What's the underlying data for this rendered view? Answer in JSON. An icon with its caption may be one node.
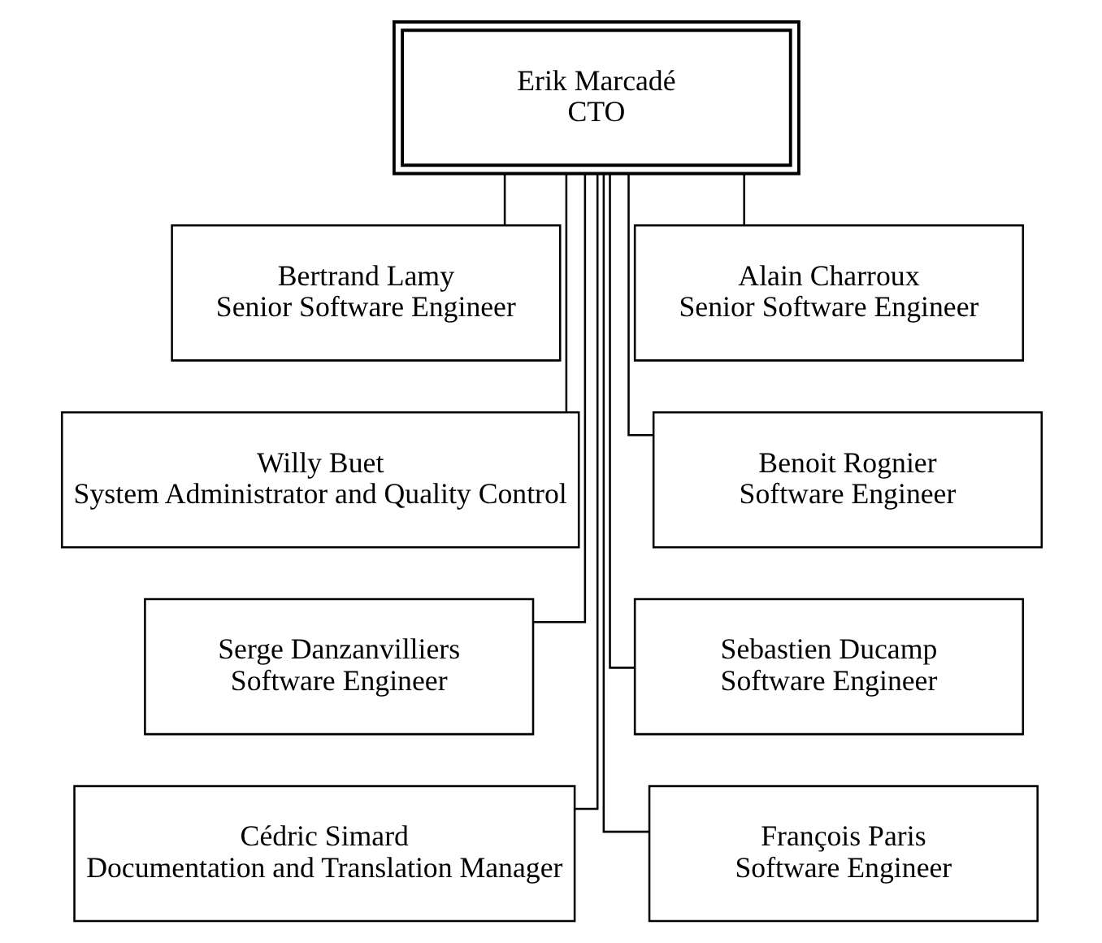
{
  "diagram": {
    "nodes": [
      {
        "text": [
          "Erik Marcadé",
          "CTO"
        ]
      },
      {
        "text": [
          "Bertrand Lamy",
          "Senior Software Engineer"
        ]
      },
      {
        "text": [
          "Alain Charroux",
          "Senior Software Engineer"
        ]
      },
      {
        "text": [
          "Willy Buet",
          "System Administrator and Quality Control"
        ]
      },
      {
        "text": [
          "Benoit Rognier",
          "Software Engineer"
        ]
      },
      {
        "text": [
          "Serge Danzanvilliers",
          "Software Engineer"
        ]
      },
      {
        "text": [
          "Sebastien Ducamp",
          "Software Engineer"
        ]
      },
      {
        "text": [
          "Cédric Simard",
          "Documentation and Translation Manager"
        ]
      },
      {
        "text": [
          "François Paris",
          "Software Engineer"
        ]
      }
    ],
    "edges": [
      {
        "from": 0,
        "to": 1,
        "arrow": "none"
      },
      {
        "from": 0,
        "to": 2,
        "arrow": "none"
      },
      {
        "from": 0,
        "to": 3,
        "arrow": "none"
      },
      {
        "from": 0,
        "to": 4,
        "arrow": "none"
      },
      {
        "from": 0,
        "to": 5,
        "arrow": "none"
      },
      {
        "from": 0,
        "to": 6,
        "arrow": "none"
      },
      {
        "from": 0,
        "to": 7,
        "arrow": "none"
      },
      {
        "from": 0,
        "to": 8,
        "arrow": "none"
      }
    ]
  }
}
